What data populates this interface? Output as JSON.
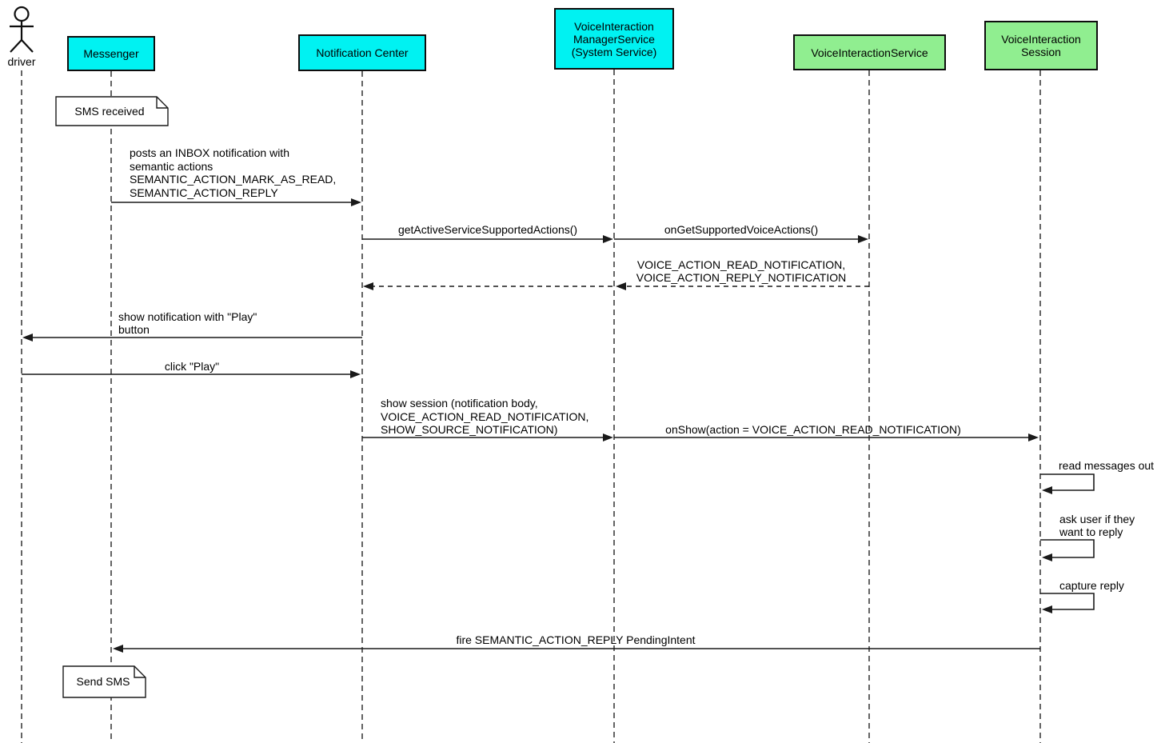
{
  "diagram": {
    "type": "uml-sequence",
    "colors": {
      "participant_cyan": "#00F2F2",
      "participant_green": "#90EE90",
      "line": "#1a1a1a",
      "note_fill": "#ffffff",
      "background": "#ffffff"
    },
    "lifelines": [
      {
        "id": "driver",
        "kind": "actor",
        "label": "driver"
      },
      {
        "id": "messenger",
        "kind": "participant",
        "label": "Messenger",
        "fill": "#00F2F2"
      },
      {
        "id": "notification-center",
        "kind": "participant",
        "label": "Notification Center",
        "fill": "#00F2F2"
      },
      {
        "id": "voice-interaction-manager-service",
        "kind": "participant",
        "label": "VoiceInteraction\nManagerService\n(System Service)",
        "fill": "#00F2F2"
      },
      {
        "id": "voice-interaction-service",
        "kind": "participant",
        "label": "VoiceInteractionService",
        "fill": "#90EE90"
      },
      {
        "id": "voice-interaction-session",
        "kind": "participant",
        "label": "VoiceInteraction\nSession",
        "fill": "#90EE90"
      }
    ],
    "notes": [
      {
        "label": "SMS received",
        "on": "messenger"
      },
      {
        "label": "Send SMS",
        "on": "messenger"
      }
    ],
    "messages": [
      {
        "from": "Messenger",
        "to": "Notification Center",
        "style": "solid",
        "label": "posts an INBOX notification with\nsemantic actions\nSEMANTIC_ACTION_MARK_AS_READ,\nSEMANTIC_ACTION_REPLY"
      },
      {
        "from": "Notification Center",
        "to": "VoiceInteractionManagerService",
        "style": "solid",
        "label": "getActiveServiceSupportedActions()"
      },
      {
        "from": "VoiceInteractionManagerService",
        "to": "VoiceInteractionService",
        "style": "solid",
        "label": "onGetSupportedVoiceActions()"
      },
      {
        "from": "VoiceInteractionService",
        "to": "Notification Center",
        "style": "dashed-return",
        "label": "VOICE_ACTION_READ_NOTIFICATION,\nVOICE_ACTION_REPLY_NOTIFICATION"
      },
      {
        "from": "Notification Center",
        "to": "driver",
        "style": "solid",
        "label": "show notification with \"Play\"\nbutton"
      },
      {
        "from": "driver",
        "to": "Notification Center",
        "style": "solid",
        "label": "click \"Play\""
      },
      {
        "from": "Notification Center",
        "to": "VoiceInteractionManagerService",
        "style": "solid",
        "label": "show session (notification body,\nVOICE_ACTION_READ_NOTIFICATION,\nSHOW_SOURCE_NOTIFICATION)"
      },
      {
        "from": "VoiceInteractionManagerService",
        "to": "VoiceInteractionSession",
        "style": "solid",
        "label": "onShow(action = VOICE_ACTION_READ_NOTIFICATION)"
      },
      {
        "from": "VoiceInteractionSession",
        "to": "VoiceInteractionSession",
        "style": "self",
        "label": "read messages out"
      },
      {
        "from": "VoiceInteractionSession",
        "to": "VoiceInteractionSession",
        "style": "self",
        "label": "ask user if they\nwant to reply"
      },
      {
        "from": "VoiceInteractionSession",
        "to": "VoiceInteractionSession",
        "style": "self",
        "label": "capture reply"
      },
      {
        "from": "VoiceInteractionSession",
        "to": "Messenger",
        "style": "solid",
        "label": "fire SEMANTIC_ACTION_REPLY PendingIntent"
      }
    ]
  }
}
